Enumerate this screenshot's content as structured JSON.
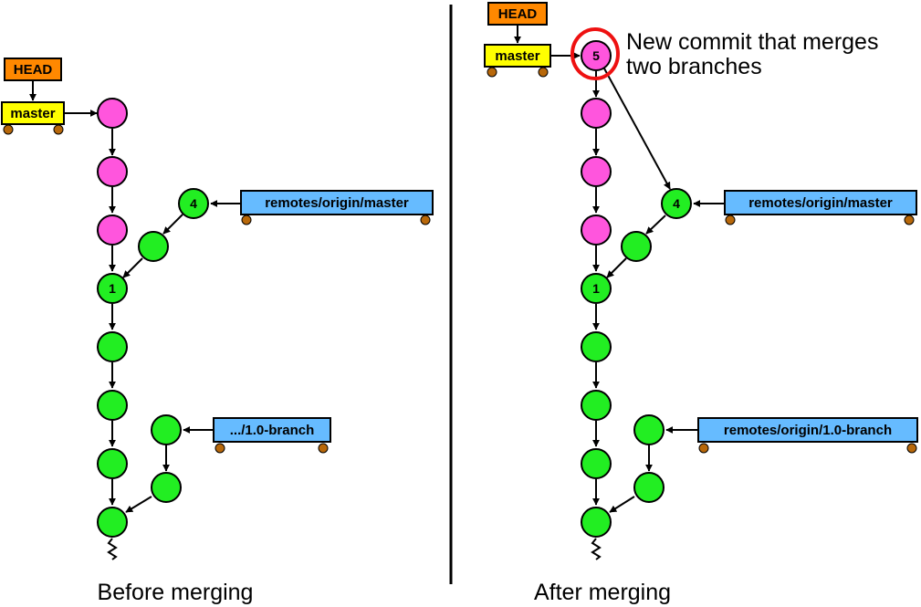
{
  "colors": {
    "old_commit": "#ff55dd",
    "new_commit": "#22ee22",
    "head_tag": "#ff8800",
    "local_branch_tag": "#ffff00",
    "remote_branch_tag": "#66bbff",
    "highlight": "#ee1111",
    "wheel": "#b8680a"
  },
  "panels": {
    "before": {
      "caption": "Before merging",
      "head_label": "HEAD",
      "master_label": "master",
      "remote_master_label": "remotes/origin/master",
      "remote_branch_label": ".../1.0-branch",
      "commit_1_label": "1",
      "commit_4_label": "4"
    },
    "after": {
      "caption": "After merging",
      "head_label": "HEAD",
      "master_label": "master",
      "remote_master_label": "remotes/origin/master",
      "remote_branch_label": "remotes/origin/1.0-branch",
      "commit_1_label": "1",
      "commit_4_label": "4",
      "commit_5_label": "5",
      "note_line1": "New commit that merges",
      "note_line2": "two branches"
    }
  }
}
